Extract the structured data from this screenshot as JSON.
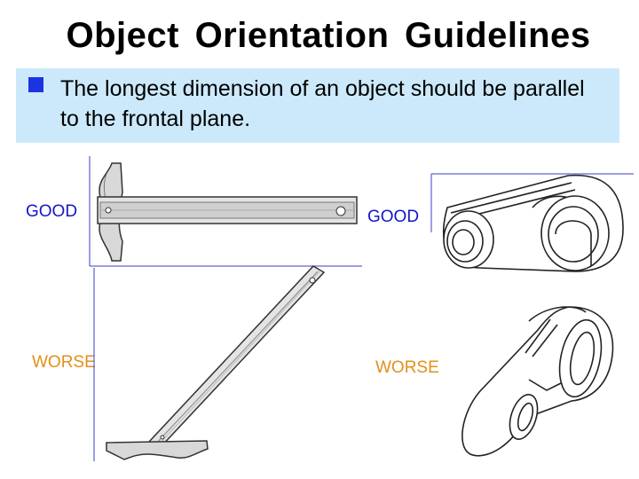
{
  "title": "Object  Orientation  Guidelines",
  "bullet": {
    "text": "The longest dimension of an object should be parallel to the frontal plane.",
    "square_color": "#1b34e0",
    "box_color": "#cce9fb"
  },
  "labels": {
    "good_left": "GOOD",
    "good_right": "GOOD",
    "worse_left": "WORSE",
    "worse_right": "WORSE"
  },
  "colors": {
    "good": "#1515c8",
    "worse": "#e2901a"
  },
  "icons": [
    "t-square-horizontal",
    "t-square-diagonal",
    "belt-pulley-horizontal",
    "belt-pulley-tilted"
  ]
}
